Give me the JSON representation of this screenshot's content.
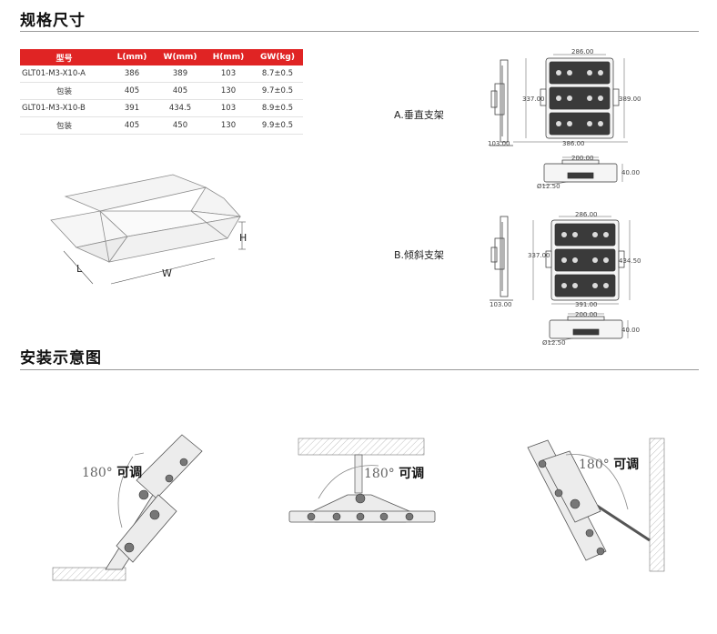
{
  "sections": {
    "spec_title": "规格尺寸",
    "install_title": "安装示意图"
  },
  "table": {
    "headers": [
      "型号",
      "L(mm)",
      "W(mm)",
      "H(mm)",
      "GW(kg)"
    ],
    "rows": [
      [
        "GLT01-M3-X10-A",
        "386",
        "389",
        "103",
        "8.7±0.5"
      ],
      [
        "包装",
        "405",
        "405",
        "130",
        "9.7±0.5"
      ],
      [
        "GLT01-M3-X10-B",
        "391",
        "434.5",
        "103",
        "8.9±0.5"
      ],
      [
        "包装",
        "405",
        "450",
        "130",
        "9.9±0.5"
      ]
    ]
  },
  "box": {
    "h": "H",
    "l": "L",
    "w": "W"
  },
  "drawing_a": {
    "label": "A.垂直支架",
    "top_width": "286.00",
    "height_left": "337.00",
    "height_right": "389.00",
    "side_depth": "103.00",
    "bottom_width": "386.00",
    "plan_width": "200.00",
    "plan_height": "40.00",
    "plan_hole": "Ø12.50"
  },
  "drawing_b": {
    "label": "B.倾斜支架",
    "top_width": "286.00",
    "height_left": "337.00",
    "height_right": "434.50",
    "side_depth": "103.00",
    "bottom_width": "391.00",
    "plan_width": "200.00",
    "plan_height": "40.00",
    "plan_hole": "Ø12.50"
  },
  "install": {
    "angle": "180°",
    "adjust": "可调"
  }
}
